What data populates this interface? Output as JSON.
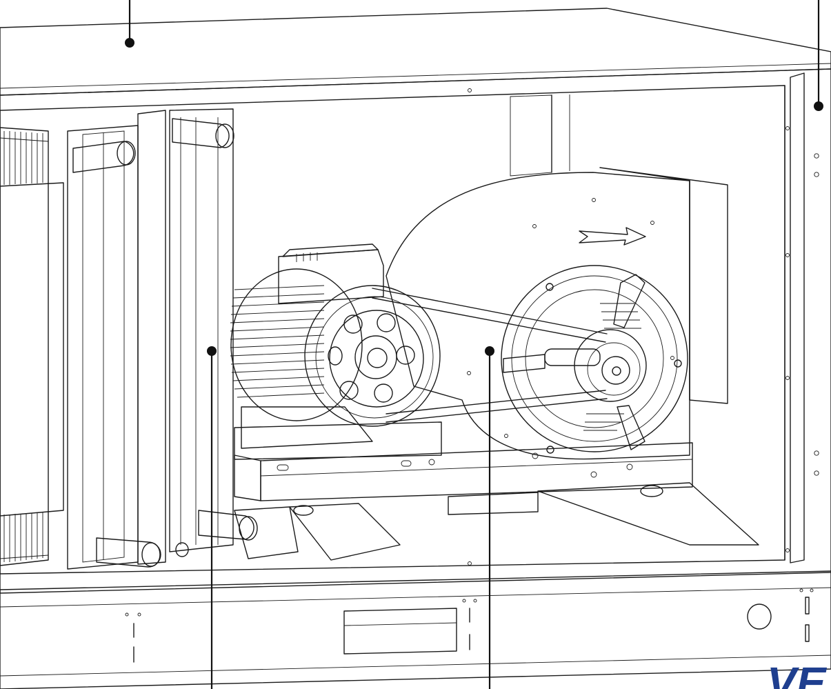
{
  "logo": {
    "text": "VE",
    "color": "#1f3f8f"
  },
  "colors": {
    "line": "#1a1a1a",
    "panel": "#f1f1f1",
    "interior": "#e6e6e6",
    "metal": "#e9e9e9",
    "coil": "#c9c9c9",
    "callout": "#111111"
  },
  "callouts": [
    {
      "id": "top-panel"
    },
    {
      "id": "side-frame"
    },
    {
      "id": "heating-coil"
    },
    {
      "id": "fan-housing"
    }
  ]
}
